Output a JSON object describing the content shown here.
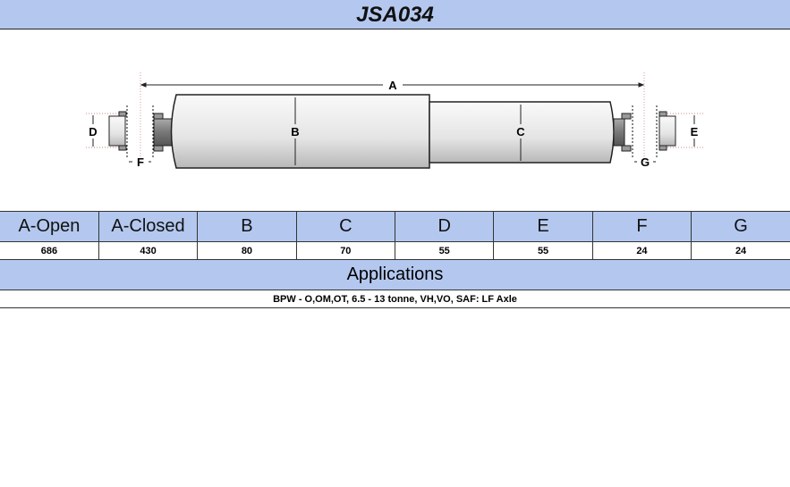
{
  "title": "JSA034",
  "diagram": {
    "labels": {
      "a": "A",
      "b": "B",
      "c": "C",
      "d": "D",
      "e": "E",
      "f": "F",
      "g": "G"
    }
  },
  "table": {
    "headers": [
      "A-Open",
      "A-Closed",
      "B",
      "C",
      "D",
      "E",
      "F",
      "G"
    ],
    "values": [
      "686",
      "430",
      "80",
      "70",
      "55",
      "55",
      "24",
      "24"
    ]
  },
  "applications": {
    "heading": "Applications",
    "text": "BPW - O,OM,OT, 6.5 - 13 tonne, VH,VO, SAF: LF Axle"
  }
}
